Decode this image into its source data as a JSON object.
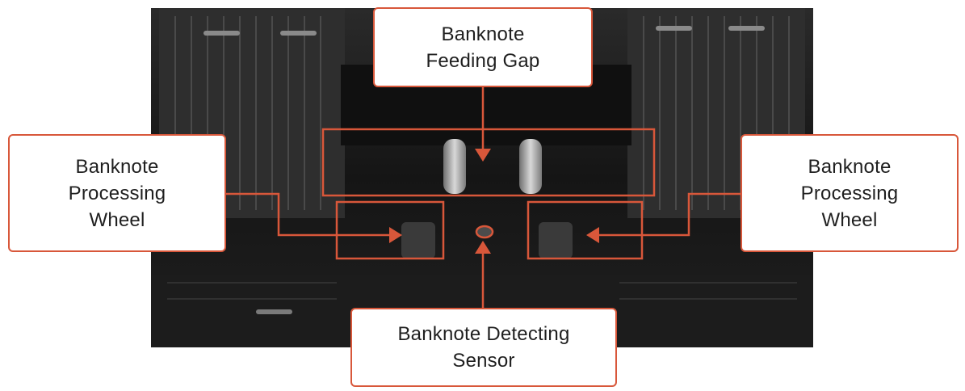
{
  "colors": {
    "callout_border": "#d8573a",
    "arrow": "#d8573a",
    "photo_background": "#1a1a1a"
  },
  "labels": {
    "feeding_gap": {
      "line1": "Banknote",
      "line2": "Feeding Gap"
    },
    "left_wheel": {
      "line1": "Banknote",
      "line2": "Processing",
      "line3": "Wheel"
    },
    "right_wheel": {
      "line1": "Banknote",
      "line2": "Processing",
      "line3": "Wheel"
    },
    "sensor": {
      "line1": "Banknote Detecting",
      "line2": "Sensor"
    }
  }
}
